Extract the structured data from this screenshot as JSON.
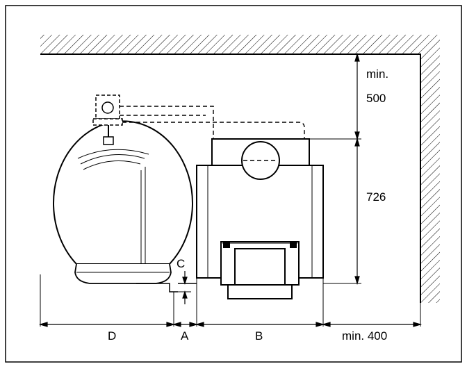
{
  "labels": {
    "min_top": "min.",
    "clearance_top": "500",
    "height": "726",
    "dim_c": "C",
    "dim_d": "D",
    "dim_a": "A",
    "dim_b": "B",
    "clearance_side": "min. 400"
  },
  "colors": {
    "line": "#000000",
    "background": "#ffffff"
  }
}
